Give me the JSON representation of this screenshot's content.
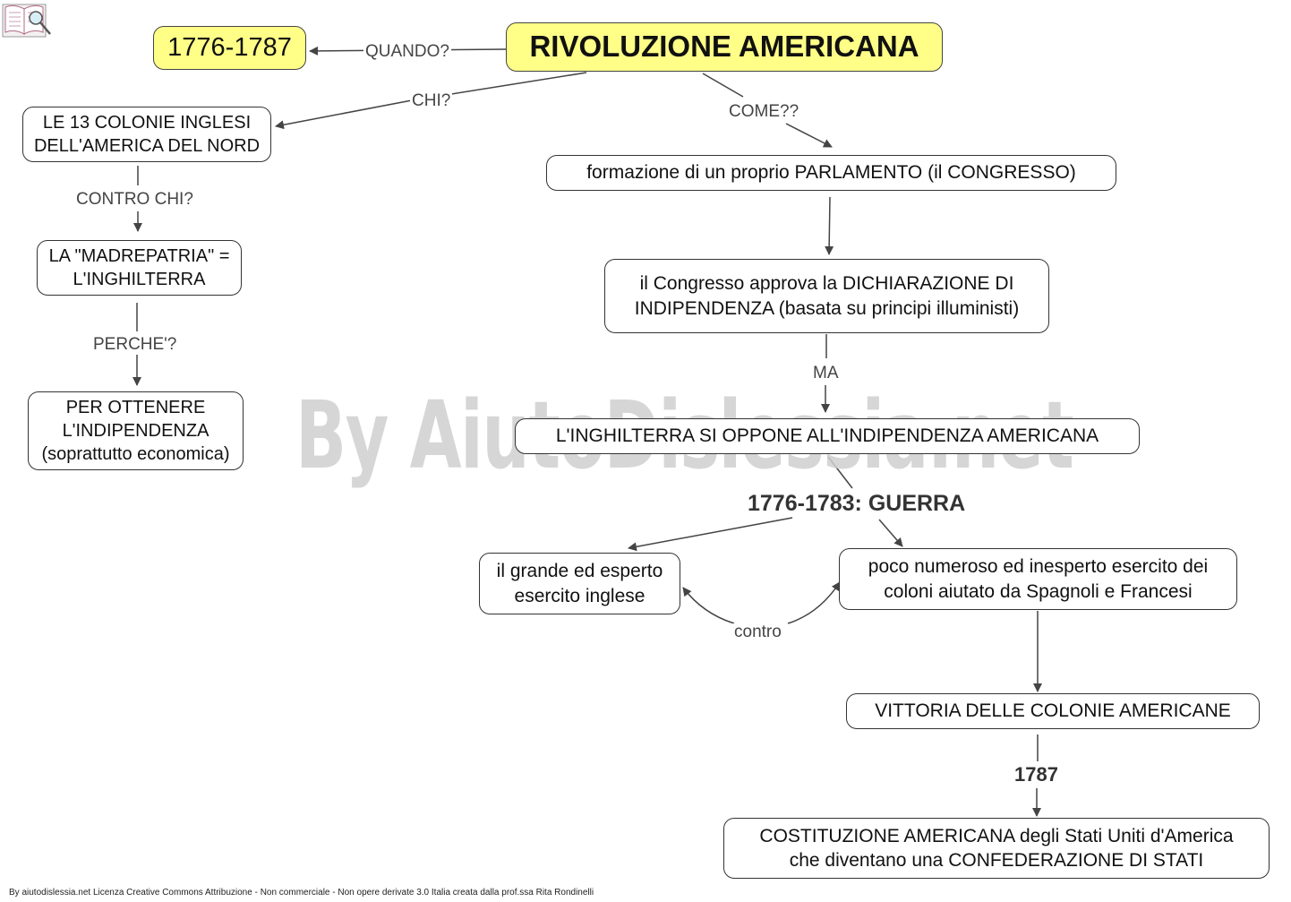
{
  "nodes": {
    "title": "RIVOLUZIONE AMERICANA",
    "dates": "1776-1787",
    "colonies": "LE 13 COLONIE INGLESI\nDELL'AMERICA DEL NORD",
    "motherland": "LA \"MADREPATRIA\" =\nL'INGHILTERRA",
    "goal": "PER OTTENERE\nL'INDIPENDENZA\n(soprattutto economica)",
    "parliament": "formazione di un proprio PARLAMENTO (il CONGRESSO)",
    "declaration": "il Congresso approva la DICHIARAZIONE DI\nINDIPENDENZA (basata su principi illuministi)",
    "opposition": "L'INGHILTERRA SI OPPONE ALL'INDIPENDENZA AMERICANA",
    "english_army": "il grande ed esperto\nesercito inglese",
    "colonial_army": "poco numeroso ed inesperto esercito dei\ncoloni aiutato da Spagnoli e Francesi",
    "victory": "VITTORIA DELLE COLONIE AMERICANE",
    "constitution": "COSTITUZIONE AMERICANA degli Stati Uniti d'America\nche diventano una CONFEDERAZIONE DI STATI"
  },
  "links": {
    "when": "QUANDO?",
    "who": "CHI?",
    "how": "COME??",
    "against_whom": "CONTRO CHI?",
    "why": "PERCHE'?",
    "but": "MA",
    "war": "1776-1783: GUERRA",
    "against": "contro",
    "year": "1787"
  },
  "watermark": "By AiutoDislessia.net",
  "footer": "By aiutodislessia.net Licenza Creative Commons Attribuzione - Non commerciale - Non opere derivate 3.0 Italia creata dalla prof.ssa Rita Rondinelli",
  "colors": {
    "highlight": "#ffff88",
    "border": "#333333",
    "watermark": "#cfcfcf",
    "line": "#444444"
  },
  "icons": {
    "logo": "book-magnifier-icon"
  }
}
